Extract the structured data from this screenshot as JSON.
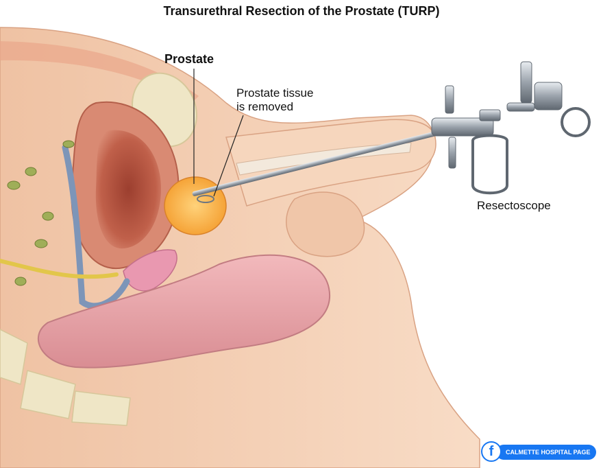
{
  "title": "Transurethral Resection of the Prostate (TURP)",
  "labels": {
    "prostate": "Prostate",
    "tissue_line1": "Prostate tissue",
    "tissue_line2": "is removed",
    "resectoscope": "Resectoscope"
  },
  "watermark": {
    "icon": "facebook-icon",
    "text": "CALMETTE HOSPITAL PAGE",
    "color": "#1877f2"
  },
  "colors": {
    "skin": "#f4d2b6",
    "skin_dark": "#e6b495",
    "bladder": "#d98a73",
    "bladder_inner": "#b5553f",
    "prostate": "#f6a233",
    "bone": "#efe6c6",
    "rectum": "#e6a0a5",
    "instrument": "#b9bfc6"
  }
}
